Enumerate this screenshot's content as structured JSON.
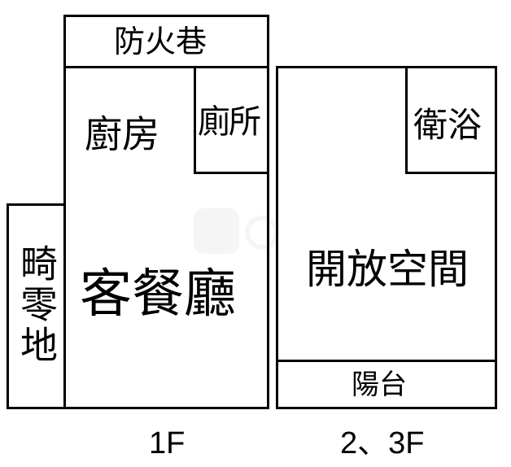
{
  "plan_1f": {
    "fire_lane": "防火巷",
    "kitchen": "廚房",
    "toilet": "廁所",
    "living_dining": "客餐廳",
    "arcade_area": "畸零地",
    "floor_label": "1F"
  },
  "plan_2f3f": {
    "bathroom": "衛浴",
    "open_space": "開放空間",
    "balcony": "陽台",
    "floor_label": "2、3F"
  }
}
